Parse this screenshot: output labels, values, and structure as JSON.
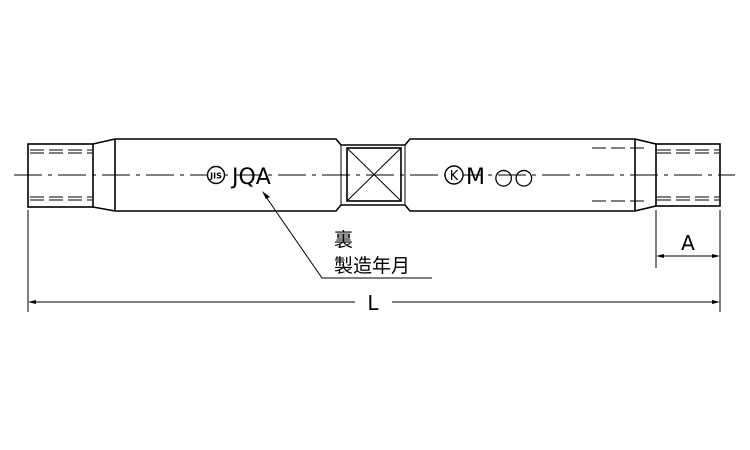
{
  "part": {
    "marking_front": "JQA",
    "jis_logo": "JIS",
    "maker_mark_letter": "K",
    "marking_maker": "M",
    "marking_date_placeholder": "○○"
  },
  "annotations": {
    "back_label": "裏",
    "date_label": "製造年月"
  },
  "dimensions": {
    "thread_length_label": "A",
    "total_length_label": "L"
  },
  "colors": {
    "line": "#000000",
    "background": "#ffffff"
  }
}
